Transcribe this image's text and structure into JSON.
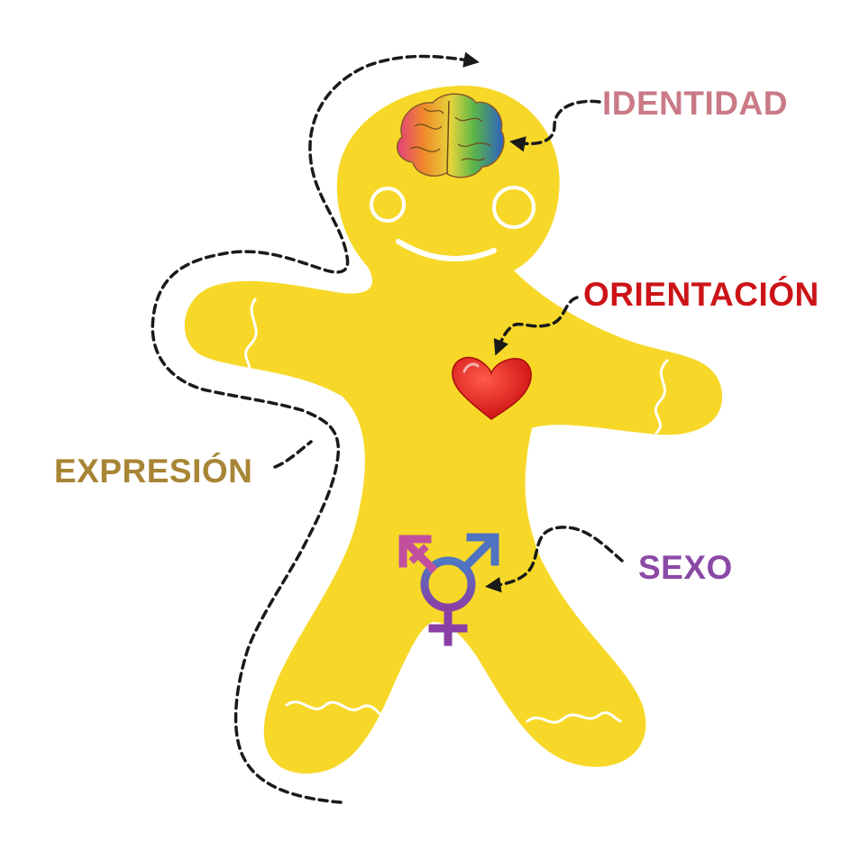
{
  "labels": {
    "identidad": "IDENTIDAD",
    "orientacion": "ORIENTACIÓN",
    "expresion": "EXPRESIÓN",
    "sexo": "SEXO"
  },
  "colors": {
    "body": "#f7d829",
    "identidad": "#c97a86",
    "orientacion": "#cc1418",
    "expresion": "#a88535",
    "sexo": "#8b49a6",
    "heart": "#e0201a",
    "arrows": "#1a1a1a"
  },
  "icons": [
    "brain-icon",
    "heart-icon",
    "transgender-symbol-icon"
  ]
}
